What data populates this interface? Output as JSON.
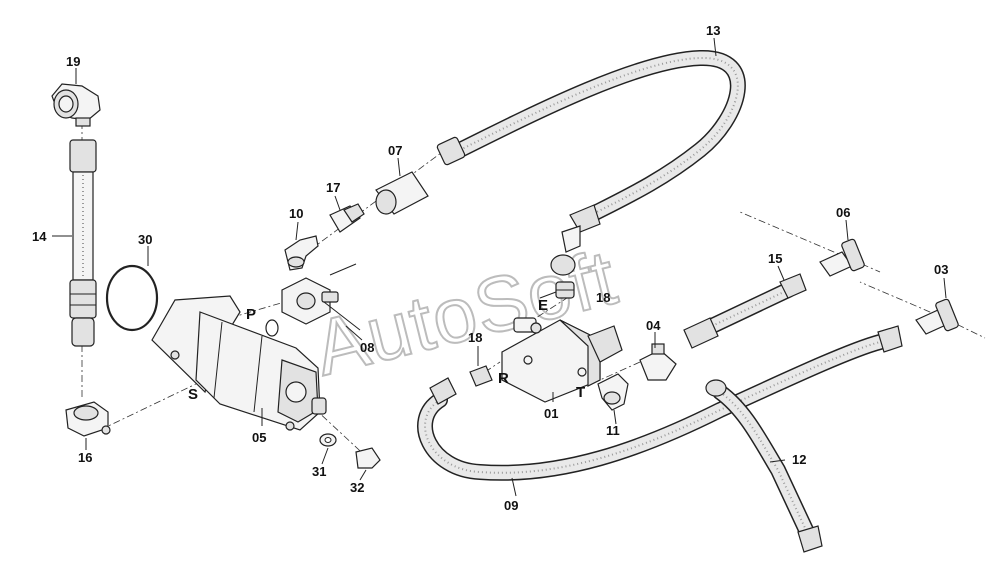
{
  "watermark": "AutoSoft",
  "callouts": {
    "p01": "01",
    "p03": "03",
    "p04": "04",
    "p05": "05",
    "p06": "06",
    "p07": "07",
    "p08": "08",
    "p09": "09",
    "p10": "10",
    "p11": "11",
    "p12": "12",
    "p13": "13",
    "p14": "14",
    "p15": "15",
    "p16": "16",
    "p17": "17",
    "p18a": "18",
    "p18b": "18",
    "p19": "19",
    "p30": "30",
    "p31": "31",
    "p32": "32"
  },
  "ports": {
    "P": "P",
    "S": "S",
    "E": "E",
    "R": "R",
    "T": "T"
  }
}
